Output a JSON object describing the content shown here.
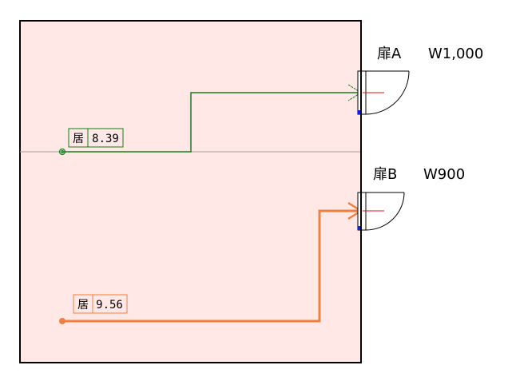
{
  "colors": {
    "room_fill": "#ffe8e6",
    "wall": "#000000",
    "route_a": "#1a7a1a",
    "route_b": "#f08040",
    "guide_line": "#a0a0a0",
    "door_center": "#e01010",
    "door_hinge": "#1020e0"
  },
  "doors": [
    {
      "name": "扉A",
      "width": "W1,000"
    },
    {
      "name": "扉B",
      "width": "W900"
    }
  ],
  "routes": [
    {
      "room": "居",
      "distance": "8.39",
      "door": "扉A"
    },
    {
      "room": "居",
      "distance": "9.56",
      "door": "扉B"
    }
  ]
}
